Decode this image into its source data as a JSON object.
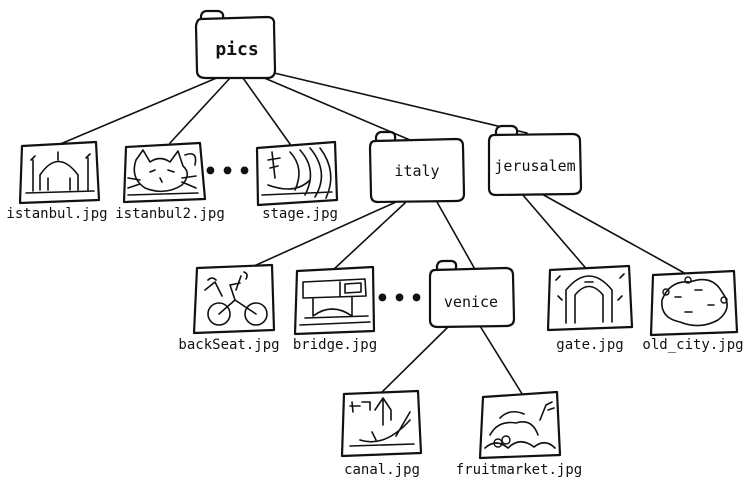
{
  "root": {
    "label": "pics"
  },
  "folders": {
    "italy": {
      "label": "italy"
    },
    "jerusalem": {
      "label": "jerusalem"
    },
    "venice": {
      "label": "venice"
    }
  },
  "files": {
    "istanbul": {
      "label": "istanbul.jpg",
      "icon": "mosque-thumbnail-icon"
    },
    "istanbul2": {
      "label": "istanbul2.jpg",
      "icon": "cat-thumbnail-icon"
    },
    "stage": {
      "label": "stage.jpg",
      "icon": "stage-thumbnail-icon"
    },
    "backseat": {
      "label": "backSeat.jpg",
      "icon": "bicycle-thumbnail-icon"
    },
    "bridge": {
      "label": "bridge.jpg",
      "icon": "bridge-thumbnail-icon"
    },
    "gate": {
      "label": "gate.jpg",
      "icon": "gate-thumbnail-icon"
    },
    "oldcity": {
      "label": "old_city.jpg",
      "icon": "old-city-thumbnail-icon"
    },
    "canal": {
      "label": "canal.jpg",
      "icon": "gondola-thumbnail-icon"
    },
    "fruitmarket": {
      "label": "fruitmarket.jpg",
      "icon": "fruit-thumbnail-icon"
    }
  },
  "ellipsis": {
    "text": "•••"
  },
  "style": {
    "stroke": "#111111",
    "fill": "#ffffff"
  }
}
